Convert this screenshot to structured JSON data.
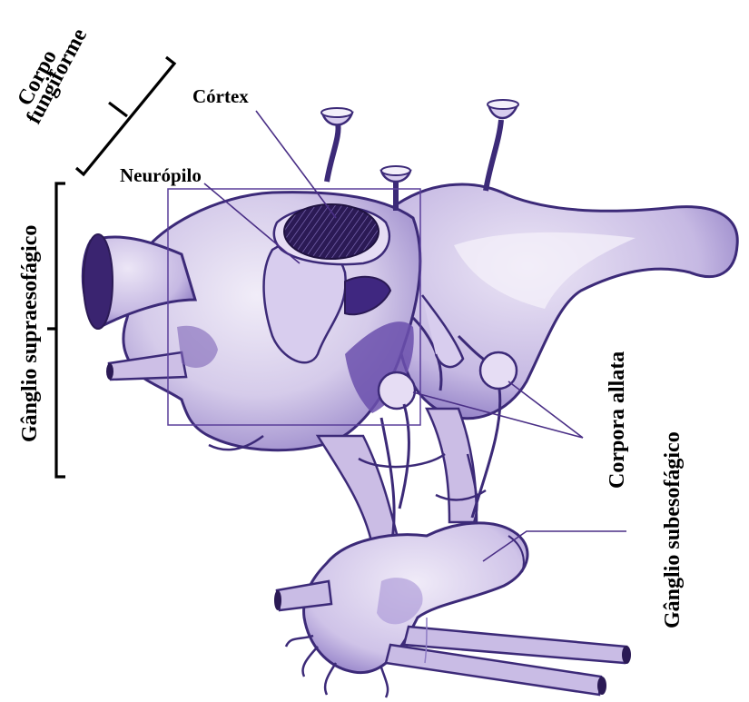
{
  "labels": {
    "corpo": "Corpo",
    "fungiforme": "fungiforme",
    "cortex": "Córtex",
    "neuropilo": "Neurópilo",
    "ganglio_supra": "Gânglio supraesofágico",
    "corpora_allata": "Corpora allata",
    "ganglio_sub": "Gânglio subesofágico"
  },
  "colors": {
    "tissue_light": "#d9d0ec",
    "tissue_mid": "#a899d2",
    "tissue_dark": "#5a3f9a",
    "outline": "#3c2a78",
    "leader_line": "#4a2f86",
    "bracket": "#000000"
  }
}
